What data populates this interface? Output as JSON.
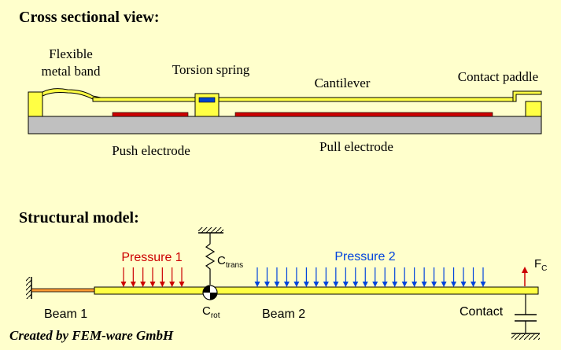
{
  "cross_section": {
    "heading": "Cross sectional view:",
    "labels": {
      "flexible_line1": "Flexible",
      "flexible_line2": "metal band",
      "torsion_spring": "Torsion spring",
      "cantilever": "Cantilever",
      "contact_paddle": "Contact paddle",
      "push_electrode": "Push electrode",
      "pull_electrode": "Pull electrode"
    }
  },
  "structural_model": {
    "heading": "Structural model:",
    "labels": {
      "pressure1": "Pressure 1",
      "pressure2": "Pressure 2",
      "c_trans_main": "C",
      "c_trans_sub": "trans",
      "c_rot_main": "C",
      "c_rot_sub": "rot",
      "fc_main": "F",
      "fc_sub": "C",
      "beam1": "Beam 1",
      "beam2": "Beam 2",
      "contact": "Contact"
    }
  },
  "credit": "Created by FEM-ware GmbH",
  "colors": {
    "background": "#ffffcc",
    "metal_yellow": "#ffff44",
    "substrate_gray": "#c0c0c0",
    "electrode_red": "#cc0000",
    "spring_blue": "#0044cc",
    "pressure1_red": "#cc0000",
    "pressure2_blue": "#0044dd",
    "beam1_orange": "#ff9933",
    "force_red": "#cc0000"
  }
}
